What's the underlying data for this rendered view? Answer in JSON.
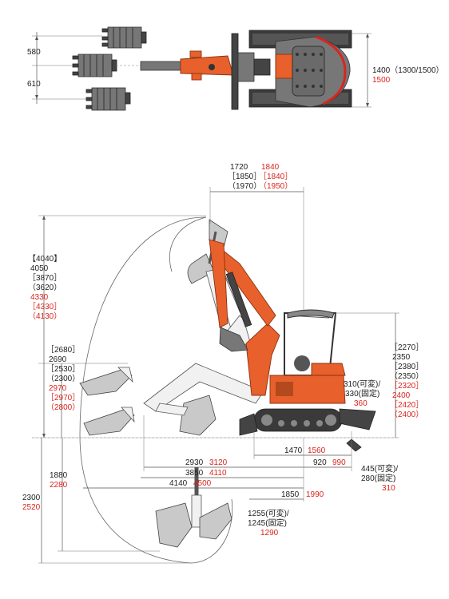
{
  "top_view": {
    "spacing_580": "580",
    "spacing_610": "610",
    "width_label": "1400（1300/1500）",
    "width_red": "1500"
  },
  "side_view": {
    "top_dim_1": {
      "black": "1720",
      "red": "1840"
    },
    "top_dim_2": {
      "black": "［1850］",
      "red": "［1840］"
    },
    "top_dim_3": {
      "black": "（1970）",
      "red": "（1950）"
    },
    "left_height_1": [
      "【4040】",
      "4050",
      "［3870］",
      "（3620）"
    ],
    "left_height_1_red": [
      "4330",
      "［4330］",
      "（4130）"
    ],
    "left_height_2": [
      "［2680］",
      "2690",
      "［2530］",
      "（2300）"
    ],
    "left_height_2_red": [
      "2970",
      "［2970］",
      "（2800）"
    ],
    "right_height": [
      "［2270］",
      "2350",
      "［2380］",
      "（2350）"
    ],
    "right_height_red": [
      "［2320］",
      "2400",
      "［2420］",
      "（2400）"
    ],
    "tail_lift": {
      "line1": "310(可変)/",
      "line2": "330(固定)",
      "red": "360"
    },
    "track_len": {
      "black": "1470",
      "red": "1560"
    },
    "reach_1": {
      "black": "2930",
      "red": "3120"
    },
    "reach_2": {
      "black": "3850",
      "red": "4110"
    },
    "reach_3": {
      "black": "4140",
      "red": "4500"
    },
    "blade_dist": {
      "black": "920",
      "red": "990"
    },
    "blade_depth": {
      "line1": "445(可変)/",
      "line2": "280(固定)",
      "red": "310"
    },
    "swing_dist": {
      "black": "1850",
      "red": "1990"
    },
    "offset_a": {
      "line1": "1255(可変)/",
      "line2": "1245(固定)",
      "red": "1290"
    },
    "depth_1": {
      "black": "1880",
      "red": "2280"
    },
    "depth_2": {
      "black": "2300",
      "red": "2520"
    }
  }
}
